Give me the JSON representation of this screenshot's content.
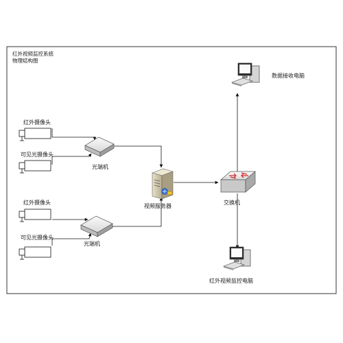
{
  "diagram": {
    "title_line1": "红外视频监控系统",
    "title_line2": "物理结构图",
    "nodes": {
      "camera_ir_1": "红外摄像头",
      "camera_visible_1": "可见光摄像头",
      "fiber_transceiver_1": "光端机",
      "camera_ir_2": "红外摄像头",
      "camera_visible_2": "可见光摄像头",
      "fiber_transceiver_2": "光端机",
      "video_server": "视频服务器",
      "switch": "交换机",
      "data_receiver_pc": "数据接收电脑",
      "monitoring_pc": "红外视频监控电脑"
    },
    "icons": {
      "camera": "camera-icon",
      "transceiver": "fiber-transceiver-icon",
      "server": "server-icon",
      "switch": "network-switch-icon",
      "computer": "desktop-computer-icon"
    }
  }
}
